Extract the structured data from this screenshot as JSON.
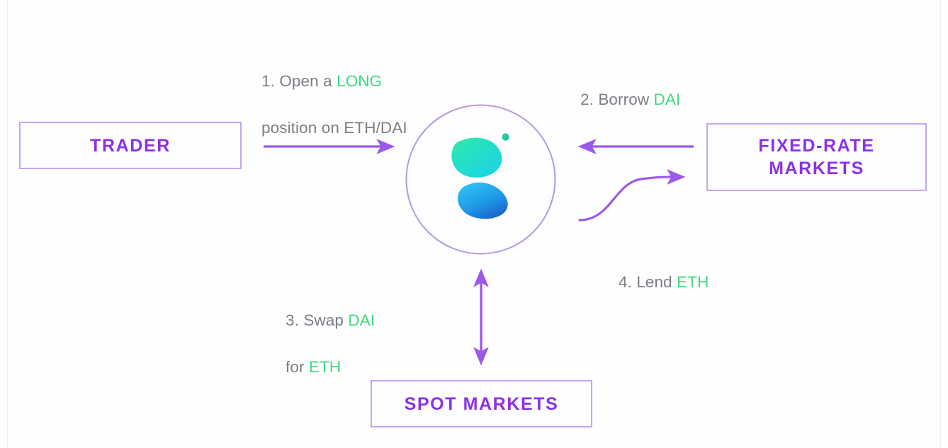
{
  "diagram": {
    "title": "Trader fixed-rate market flow",
    "background_color": "#fefeff",
    "accent_purple": "#8b31e8",
    "border_purple": "#c3a6ef",
    "arrow_purple": "#9b59e8",
    "highlight_green": "#3fd97e",
    "caption_gray": "#7d7d85"
  },
  "entities": {
    "trader": {
      "label": "TRADER"
    },
    "fixed_rate_markets": {
      "label": "FIXED-RATE\nMARKETS"
    },
    "spot_markets": {
      "label": "SPOT MARKETS"
    }
  },
  "logo": {
    "name": "gelato-style-blob-logo",
    "circle_stroke": "#b39ae0",
    "top_blob_colors": [
      "#2fe0b4",
      "#22d3e0"
    ],
    "bottom_blob_colors": [
      "#2bb8f0",
      "#1b6fd4"
    ],
    "dot_color": "#1fc9a8"
  },
  "steps": [
    {
      "index": "1",
      "line1_prefix": "1. Open a ",
      "line1_highlight": "LONG",
      "line2": "position on ETH/DAI",
      "arrow": "trader-to-center-arrow"
    },
    {
      "index": "2",
      "line1_prefix": "2. Borrow ",
      "line1_highlight": "DAI",
      "line2": "",
      "arrow": "fixed-rate-to-center-arrow"
    },
    {
      "index": "3",
      "line1_prefix": "3. Swap ",
      "line1_highlight": "DAI",
      "line2_prefix": "for ",
      "line2_highlight": "ETH",
      "arrow": "center-to-spot-double-arrow"
    },
    {
      "index": "4",
      "line1_prefix": "4. Lend ",
      "line1_highlight": "ETH",
      "line2": "",
      "arrow": "center-to-fixed-rate-curved-arrow"
    }
  ],
  "arrows": {
    "trader_to_center": {
      "name": "arrow-trader-to-center",
      "direction": "right"
    },
    "fixed_to_center": {
      "name": "arrow-fixed-rate-to-center",
      "direction": "left"
    },
    "center_to_spot": {
      "name": "arrow-center-to-spot",
      "direction": "both"
    },
    "center_to_fixed_curve": {
      "name": "curved-arrow-center-to-fixed-rate",
      "direction": "right"
    }
  }
}
